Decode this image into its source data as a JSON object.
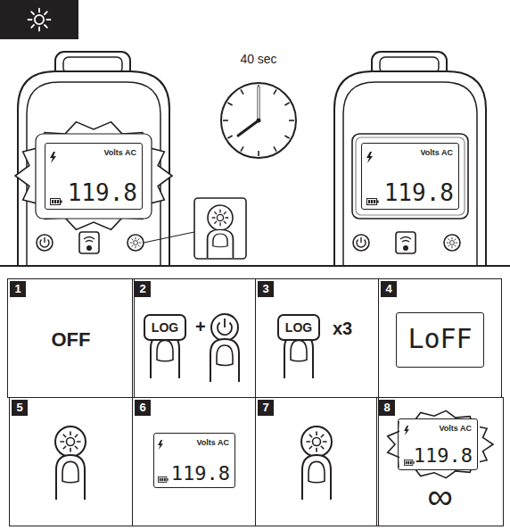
{
  "diagram": {
    "nodes": [
      {
        "text": [
          "Volts AC",
          "119.8"
        ]
      },
      {
        "text": [
          "Volts AC",
          "119.8"
        ]
      },
      {
        "text": [
          "1",
          "OFF"
        ]
      },
      {
        "text": [
          "2",
          "+"
        ]
      },
      {
        "text": [
          "LOG"
        ],
        "in": 3
      },
      {
        "text": [
          "3",
          "x3"
        ]
      },
      {
        "text": [
          "LOG"
        ],
        "in": 5
      },
      {
        "text": [
          "4"
        ]
      },
      {
        "text": [
          "LoFF"
        ],
        "in": 7
      },
      {
        "text": [
          "5"
        ]
      },
      {
        "text": [
          "6"
        ]
      },
      {
        "text": [
          "Volts AC",
          "119.8"
        ],
        "in": 10
      },
      {
        "text": [
          "7"
        ]
      },
      {
        "text": [
          "8",
          "∞"
        ]
      },
      {
        "text": [
          "Volts AC",
          "119.8"
        ],
        "in": 13
      }
    ],
    "labels": [
      "40 sec"
    ]
  }
}
